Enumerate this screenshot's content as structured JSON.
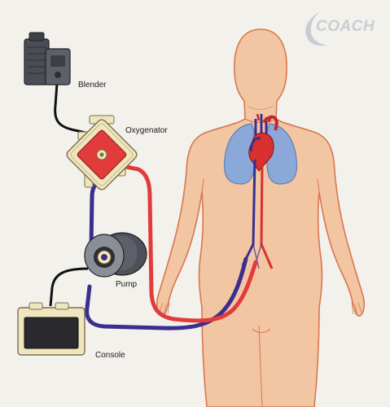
{
  "logo": {
    "text": "COACH"
  },
  "labels": {
    "blender": "Blender",
    "oxygenator": "Oxygenator",
    "pump": "Pump",
    "console": "Console"
  },
  "colors": {
    "background": "#f3f1ec",
    "skin": "#f2c5a3",
    "skin_outline": "#d9774f",
    "oxygenated_blood": "#e23b3b",
    "deoxygenated_blood": "#3a2f8f",
    "lung": "#8aa9d8",
    "device_gray": "#5d6068",
    "cable": "#111111"
  }
}
